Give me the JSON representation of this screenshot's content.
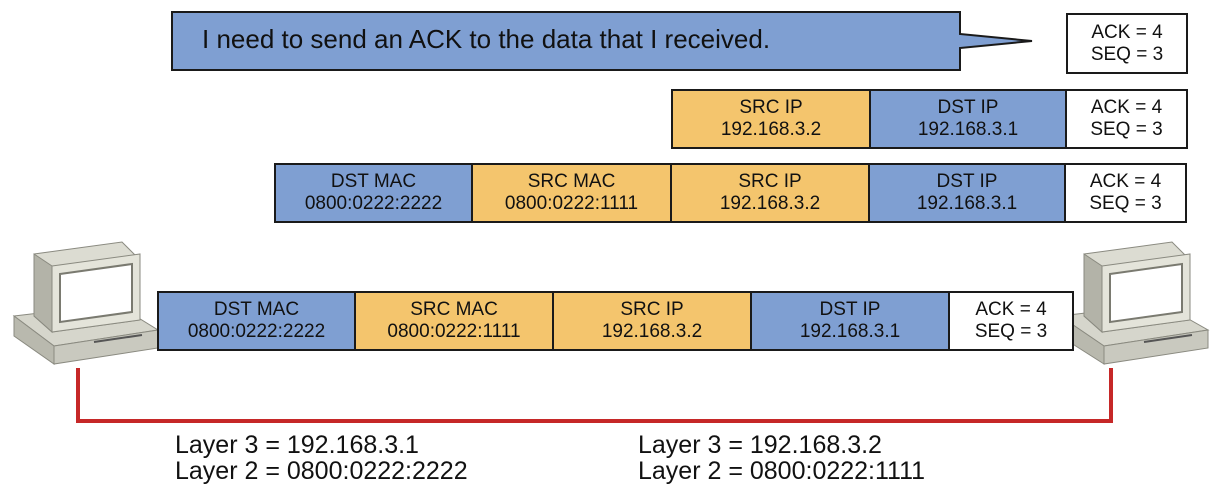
{
  "colors": {
    "blue": "#7f9fd2",
    "gold": "#f4c56d",
    "cable": "#c62828"
  },
  "callout": {
    "text": "I need to send an ACK to the data that I received."
  },
  "ack_box": {
    "ack": "ACK = 4",
    "seq": "SEQ = 3"
  },
  "row_ip": {
    "src_ip": {
      "label": "SRC IP",
      "value": "192.168.3.2"
    },
    "dst_ip": {
      "label": "DST IP",
      "value": "192.168.3.1"
    },
    "ack": "ACK = 4",
    "seq": "SEQ = 3"
  },
  "row_frame": {
    "dst_mac": {
      "label": "DST MAC",
      "value": "0800:0222:2222"
    },
    "src_mac": {
      "label": "SRC MAC",
      "value": "0800:0222:1111"
    },
    "src_ip": {
      "label": "SRC IP",
      "value": "192.168.3.2"
    },
    "dst_ip": {
      "label": "DST IP",
      "value": "192.168.3.1"
    },
    "ack": "ACK = 4",
    "seq": "SEQ = 3"
  },
  "row_wire": {
    "dst_mac": {
      "label": "DST MAC",
      "value": "0800:0222:2222"
    },
    "src_mac": {
      "label": "SRC MAC",
      "value": "0800:0222:1111"
    },
    "src_ip": {
      "label": "SRC IP",
      "value": "192.168.3.2"
    },
    "dst_ip": {
      "label": "DST IP",
      "value": "192.168.3.1"
    },
    "ack": "ACK = 4",
    "seq": "SEQ = 3"
  },
  "hosts": {
    "left": {
      "layer3": "Layer 3 = 192.168.3.1",
      "layer2": "Layer 2 = 0800:0222:2222"
    },
    "right": {
      "layer3": "Layer 3 = 192.168.3.2",
      "layer2": "Layer 2 = 0800:0222:1111"
    }
  },
  "icons": [
    "computer-left-icon",
    "computer-right-icon",
    "network-cable"
  ]
}
